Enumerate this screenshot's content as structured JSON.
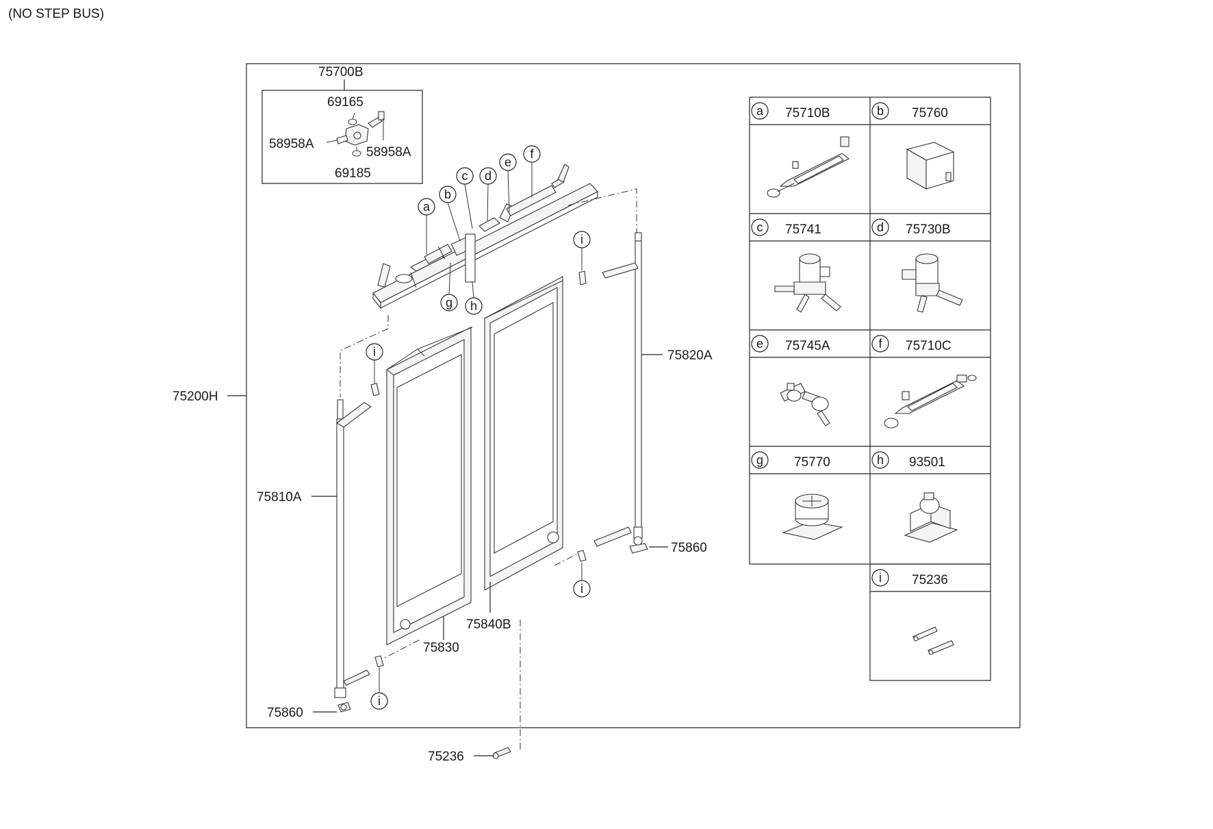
{
  "header": {
    "title": "(NO STEP BUS)"
  },
  "assembly": {
    "frame_label": "75200H"
  },
  "callouts": {
    "valve_block": "75700B",
    "oring_top": "69165",
    "fitting_left": "58958A",
    "fitting_right": "58958A",
    "oring_bottom": "69185",
    "pillar_right": "75820A",
    "pillar_left": "75810A",
    "pivot_right": "75860",
    "pivot_left": "75860",
    "door_left": "75830",
    "door_right": "75840B",
    "pin_bottom": "75236"
  },
  "letter_markers": {
    "a": "a",
    "b": "b",
    "c": "c",
    "d": "d",
    "e": "e",
    "f": "f",
    "g": "g",
    "h": "h",
    "i": "i"
  },
  "legend": [
    {
      "letter": "a",
      "part": "75710B",
      "icon": "air-cylinder-icon"
    },
    {
      "letter": "b",
      "part": "75760",
      "icon": "control-box-icon"
    },
    {
      "letter": "c",
      "part": "75741",
      "icon": "solenoid-valve-icon"
    },
    {
      "letter": "d",
      "part": "75730B",
      "icon": "solenoid-valve-bracket-icon"
    },
    {
      "letter": "e",
      "part": "75745A",
      "icon": "fitting-valve-icon"
    },
    {
      "letter": "f",
      "part": "75710C",
      "icon": "air-cylinder-icon"
    },
    {
      "letter": "g",
      "part": "75770",
      "icon": "buzzer-icon"
    },
    {
      "letter": "h",
      "part": "93501",
      "icon": "switch-bracket-icon"
    },
    {
      "letter": "i",
      "part": "75236",
      "icon": "pin-icon"
    }
  ]
}
